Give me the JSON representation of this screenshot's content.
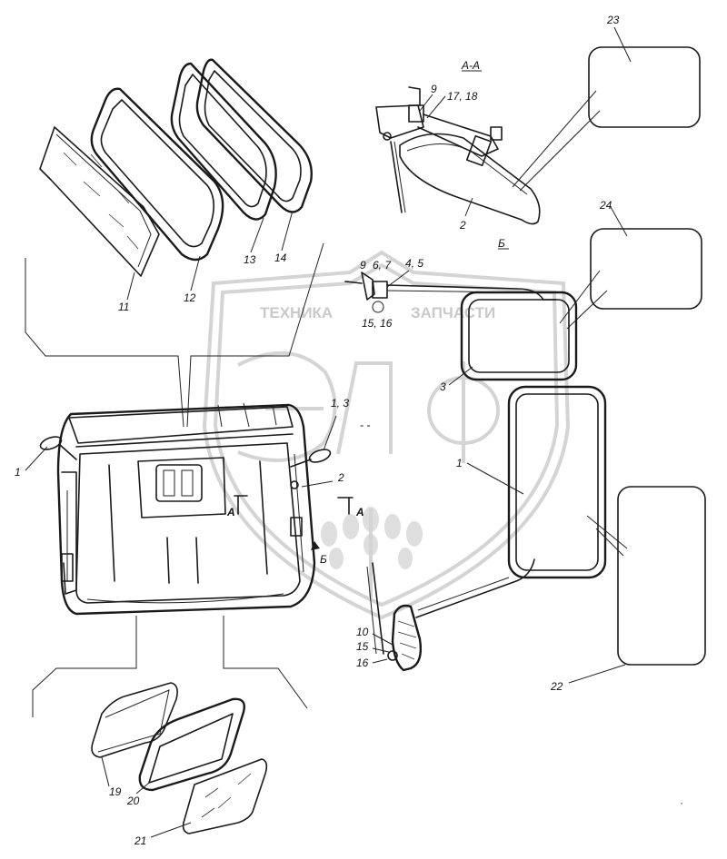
{
  "watermark": {
    "left_text": "ТЕХНИКА",
    "right_text": "ЗАПЧАСТИ",
    "logo": "ЭЛФ"
  },
  "section_labels": {
    "section_aa": "А-А",
    "view_b": "Б",
    "cut_a_left": "А",
    "cut_a_right": "А",
    "arrow_b": "Б"
  },
  "callouts": {
    "c1_left": "1",
    "c1_right": "1",
    "c1_3": "1, 3",
    "c2_cab": "2",
    "c2_aa": "2",
    "c3": "3",
    "c4_5": "4, 5",
    "c6_7": "6, 7",
    "c9_top": "9",
    "c9_b": "9",
    "c10": "10",
    "c11": "11",
    "c12": "12",
    "c13": "13",
    "c14": "14",
    "c15": "15",
    "c15_16": "15, 16",
    "c16": "16",
    "c17_18": "17, 18",
    "c19": "19",
    "c20": "20",
    "c21": "21",
    "c22": "22",
    "c23": "23",
    "c24": "24"
  }
}
